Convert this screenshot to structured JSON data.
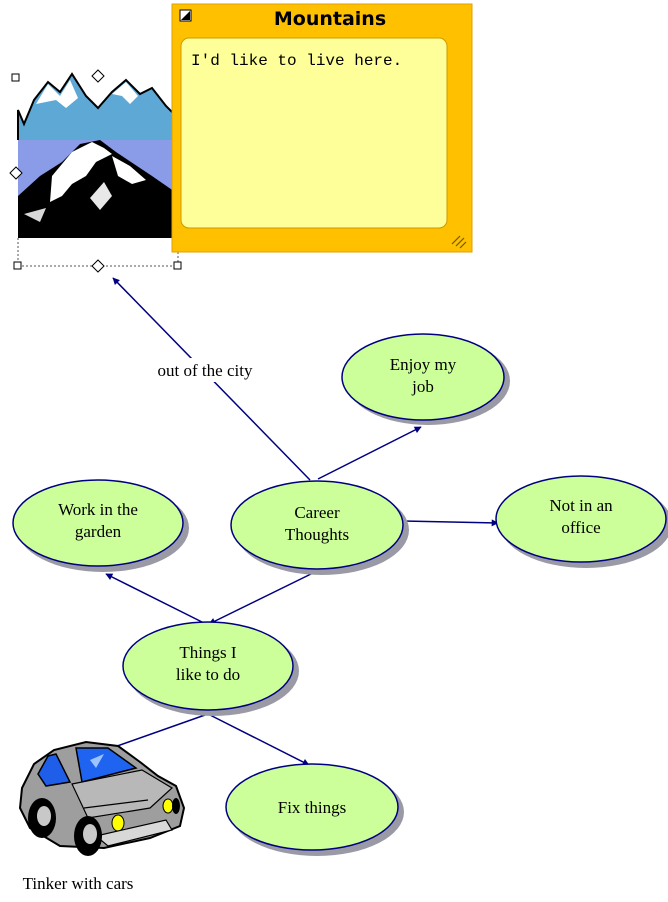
{
  "colors": {
    "node_fill": "#ccff99",
    "node_stroke": "#000080",
    "node_shadow": "#9a9aa6",
    "link": "#000080",
    "note_frame": "#ffc000",
    "note_body": "#ffff99"
  },
  "nodes": {
    "career": {
      "line1": "Career",
      "line2": "Thoughts"
    },
    "enjoy": {
      "line1": "Enjoy my",
      "line2": "job"
    },
    "office": {
      "line1": "Not in an",
      "line2": "office"
    },
    "garden": {
      "line1": "Work in the",
      "line2": "garden"
    },
    "things": {
      "line1": "Things I",
      "line2": "like to do"
    },
    "fix": {
      "line1": "Fix things"
    }
  },
  "links": {
    "mountains_label": "out of the city"
  },
  "images": {
    "mountains": {
      "icon": "mountain-clipart"
    },
    "car": {
      "icon": "car-clipart",
      "caption": "Tinker with cars"
    }
  },
  "note": {
    "title": "Mountains",
    "text": "I'd like to live here."
  }
}
